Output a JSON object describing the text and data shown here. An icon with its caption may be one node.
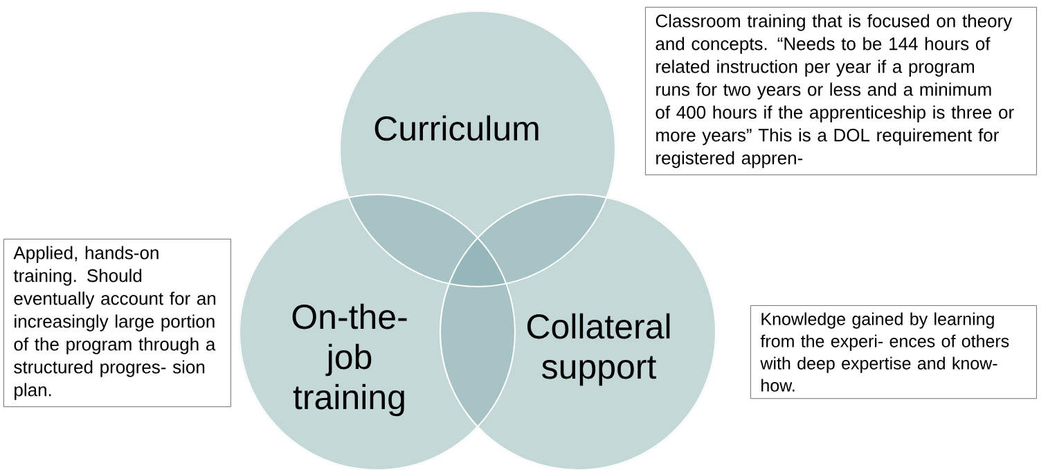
{
  "diagram": {
    "nodes": [
      {
        "text": [
          "Curriculum"
        ]
      },
      {
        "text": [
          "Classroom training that is focused on theory and concepts. “Needs to be 144 hours of related instruction per year if a program runs for two years or less and a minimum of 400 hours if the apprenticeship is three or more years” This is a DOL requirement for registered appren-"
        ]
      },
      {
        "text": [
          "On-the- job training"
        ]
      },
      {
        "text": [
          "Applied, hands-on training. Should eventually account for an increasingly large portion of the program through a structured progres- sion plan."
        ]
      },
      {
        "text": [
          "Collateral support"
        ]
      },
      {
        "text": [
          "Knowledge gained by learning from the experi- ences of others with deep expertise and know-how."
        ]
      }
    ]
  }
}
